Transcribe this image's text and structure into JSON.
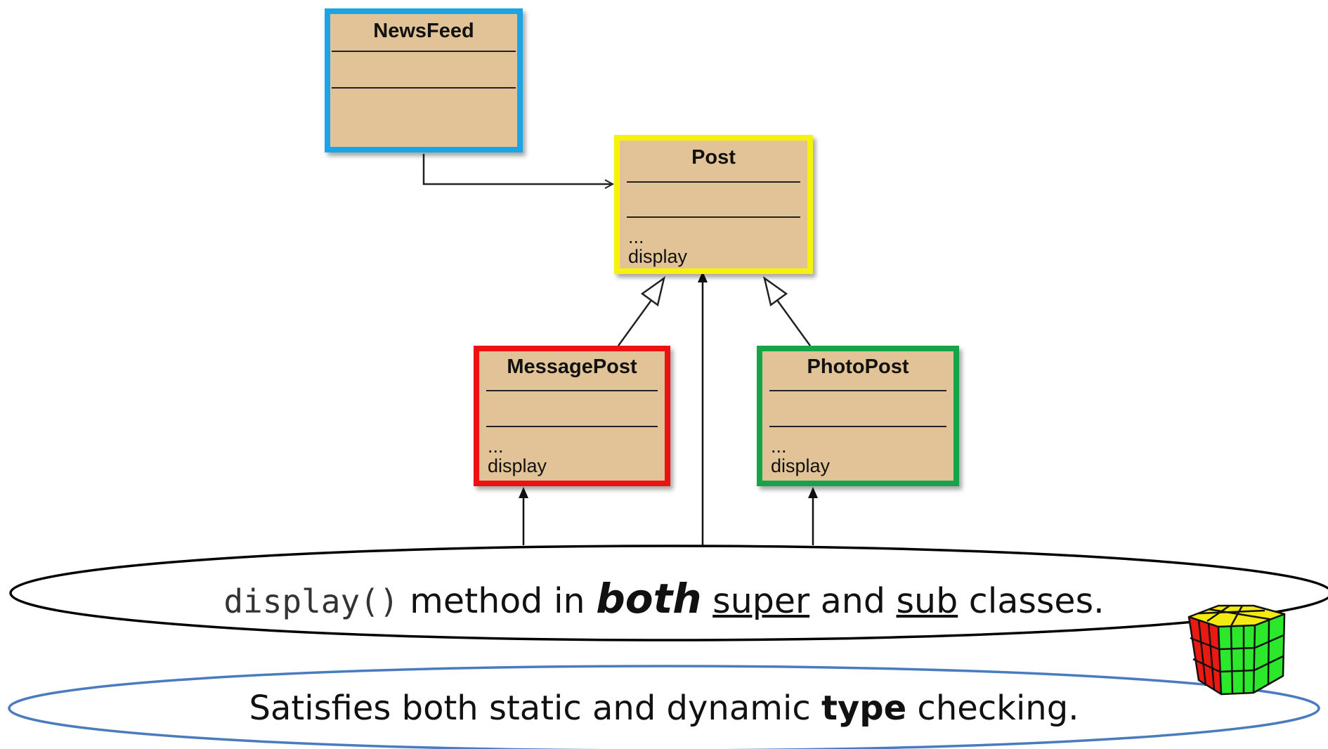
{
  "classes": {
    "newsfeed": {
      "name": "NewsFeed"
    },
    "post": {
      "name": "Post",
      "op_ellipsis": "...",
      "op_method": "display"
    },
    "messagepost": {
      "name": "MessagePost",
      "op_ellipsis": "...",
      "op_method": "display"
    },
    "photopost": {
      "name": "PhotoPost",
      "op_ellipsis": "...",
      "op_method": "display"
    }
  },
  "highlight_colors": {
    "newsfeed": "#1aa6e6",
    "post": "#f6f20a",
    "messagepost": "#ee1111",
    "photopost": "#16a34a"
  },
  "caption_1": {
    "code": "display()",
    "text_a": " method in ",
    "emphasis": "both",
    "space_1": " ",
    "super": "super",
    "text_b": " and ",
    "sub": "sub",
    "text_c": " classes."
  },
  "caption_2": {
    "text_a": "Satisfies both static and dynamic ",
    "bold": "type",
    "text_b": " checking."
  },
  "ellipse_colors": {
    "top": "#000000",
    "bottom": "#4a7bbf"
  },
  "cube_icon": "rubiks-cube-icon"
}
